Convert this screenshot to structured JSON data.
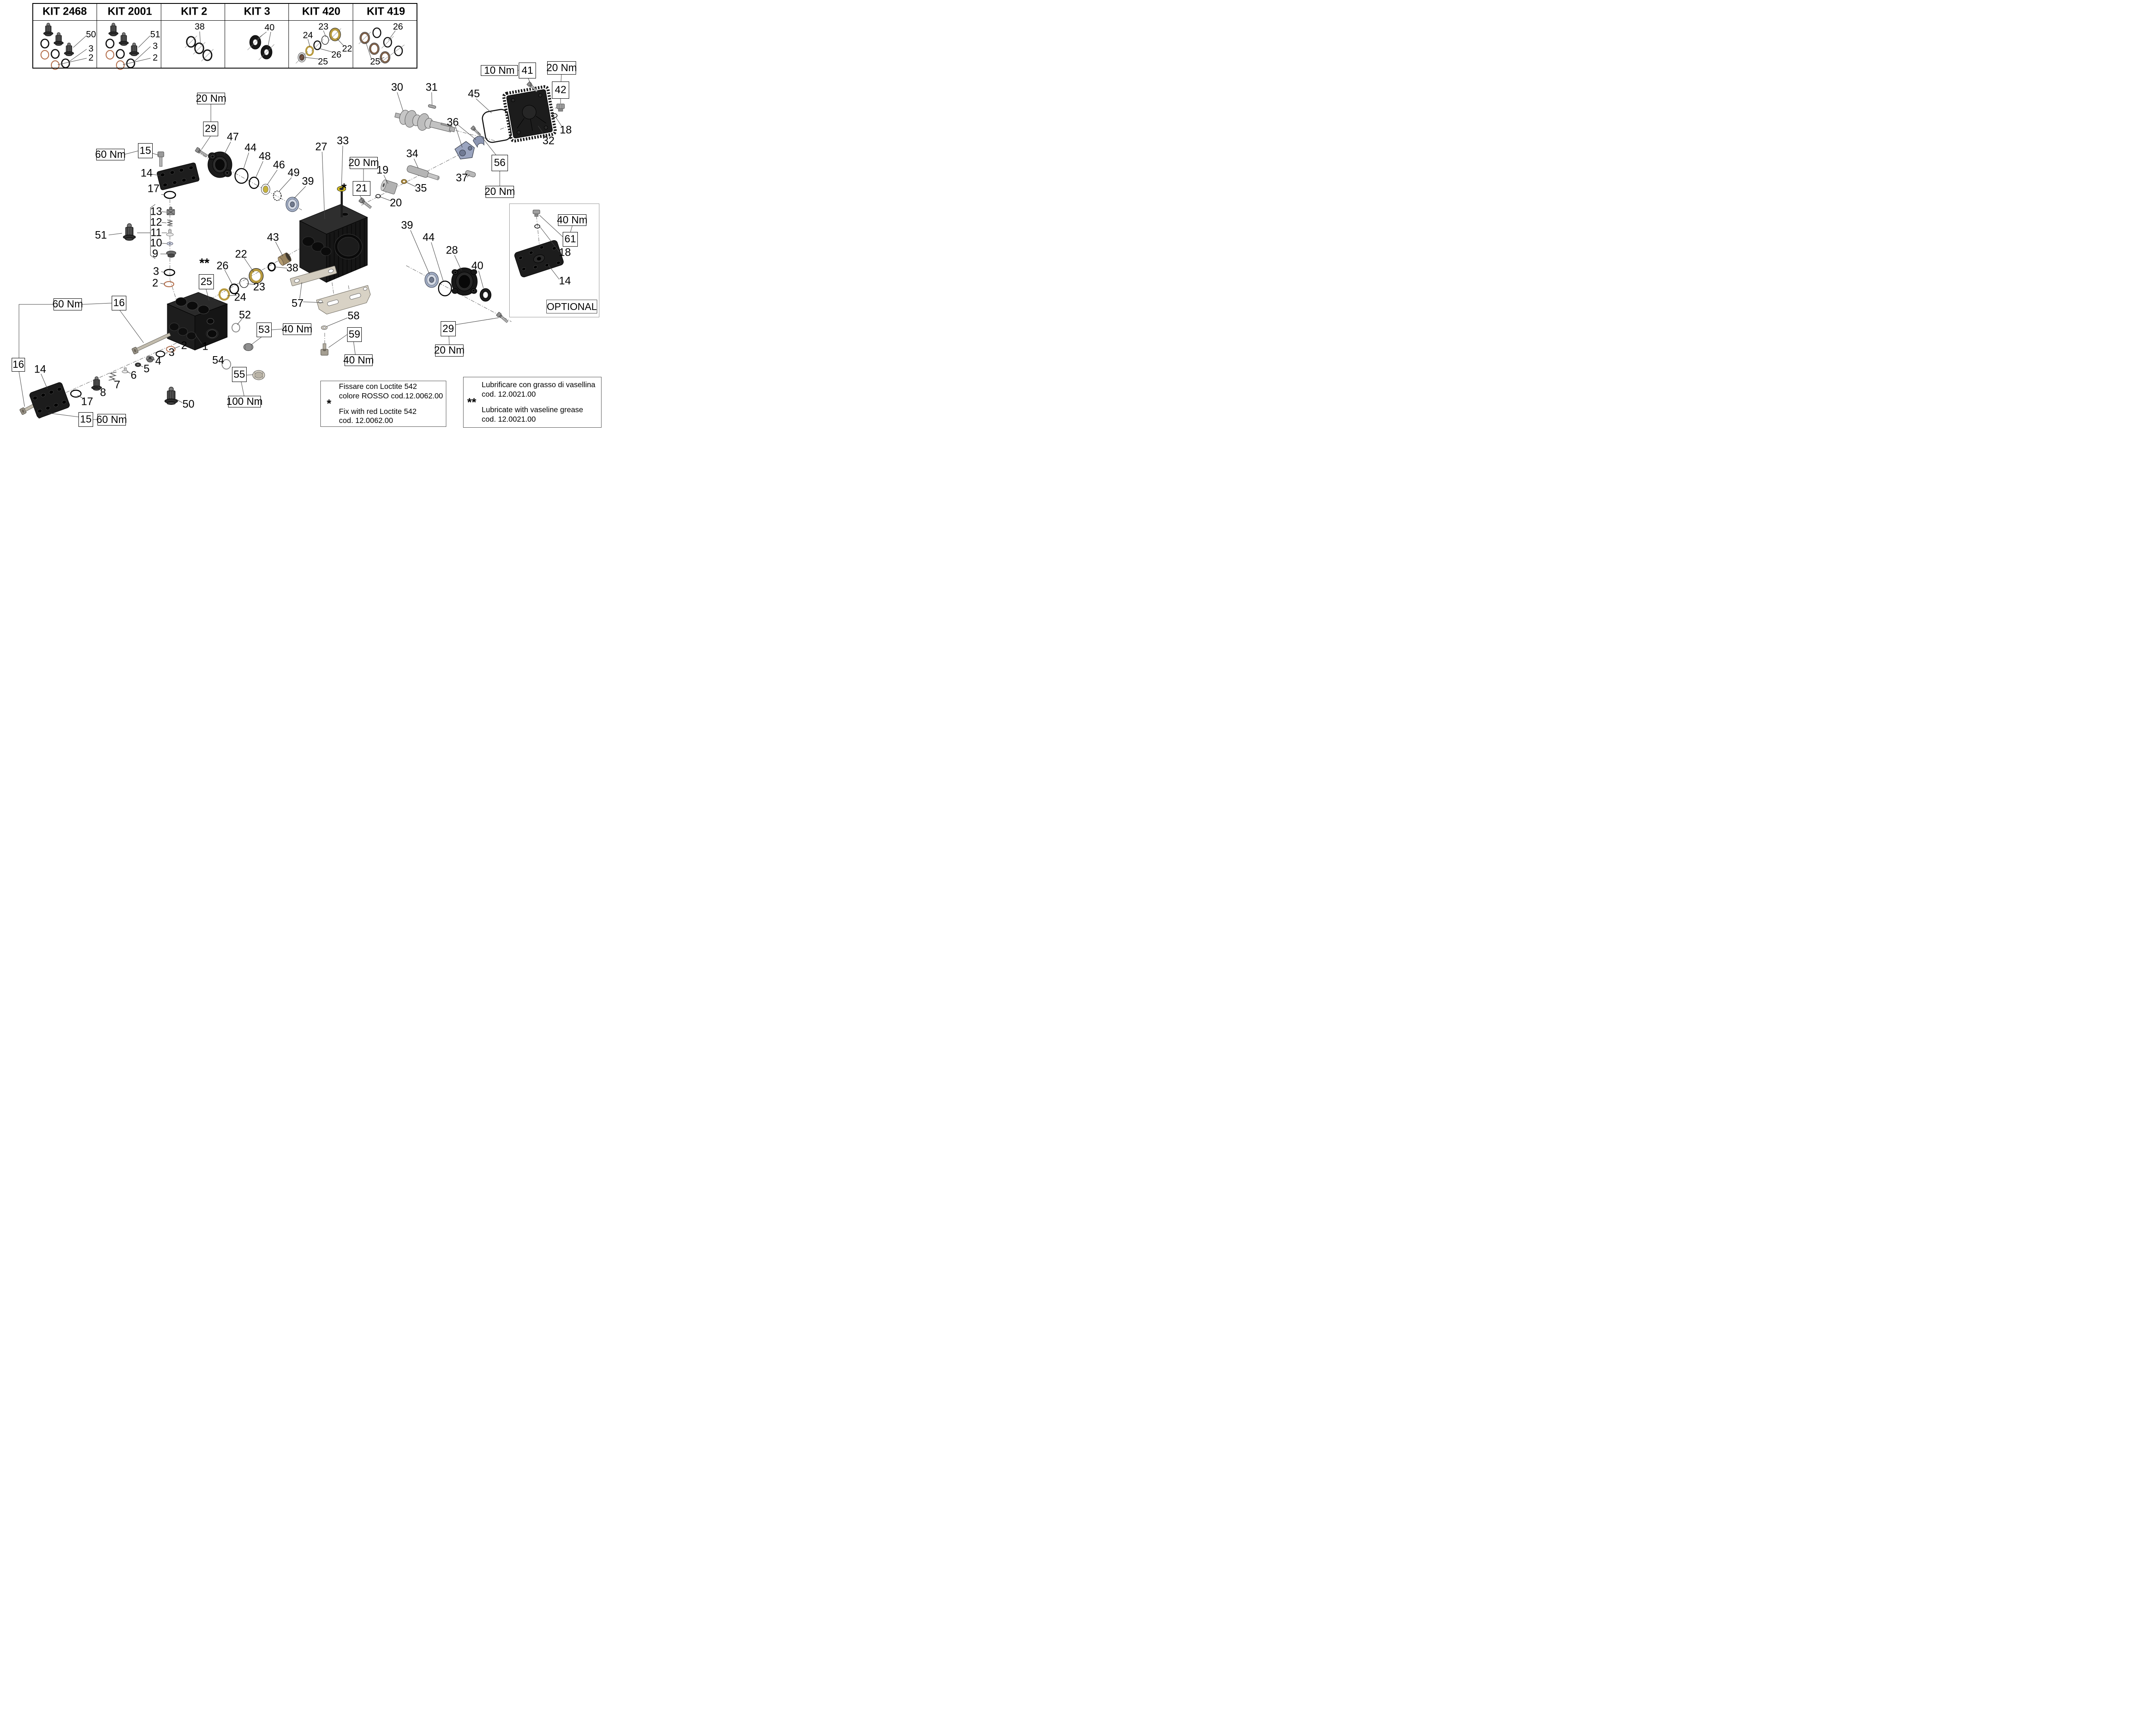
{
  "kits": {
    "k2468": {
      "title": "KIT 2468"
    },
    "k2001": {
      "title": "KIT 2001"
    },
    "k2": {
      "title": "KIT 2"
    },
    "k3": {
      "title": "KIT 3"
    },
    "k420": {
      "title": "KIT 420"
    },
    "k419": {
      "title": "KIT 419"
    }
  },
  "parts": {
    "n1": "1",
    "n2": "2",
    "n3": "3",
    "n4": "4",
    "n5": "5",
    "n6": "6",
    "n7": "7",
    "n8": "8",
    "n9": "9",
    "n10": "10",
    "n11": "11",
    "n12": "12",
    "n13": "13",
    "n14": "14",
    "n15": "15",
    "n16": "16",
    "n17": "17",
    "n18": "18",
    "n19": "19",
    "n20": "20",
    "n21": "21",
    "n22": "22",
    "n23": "23",
    "n24": "24",
    "n25": "25",
    "n26": "26",
    "n27": "27",
    "n28": "28",
    "n29": "29",
    "n30": "30",
    "n31": "31",
    "n32": "32",
    "n33": "33",
    "n34": "34",
    "n35": "35",
    "n36": "36",
    "n37": "37",
    "n38": "38",
    "n39": "39",
    "n40": "40",
    "n41": "41",
    "n42": "42",
    "n43": "43",
    "n44": "44",
    "n45": "45",
    "n46": "46",
    "n47": "47",
    "n48": "48",
    "n49": "49",
    "n50": "50",
    "n51": "51",
    "n52": "52",
    "n53": "53",
    "n54": "54",
    "n55": "55",
    "n56": "56",
    "n57": "57",
    "n58": "58",
    "n59": "59",
    "n61": "61"
  },
  "torque": {
    "nm10": "10 Nm",
    "nm20": "20 Nm",
    "nm40": "40 Nm",
    "nm60": "60 Nm",
    "nm100": "100 Nm"
  },
  "stars": {
    "single": "*",
    "double": "**"
  },
  "optional_label": "OPTIONAL",
  "notes": {
    "loctite": {
      "star": "*",
      "it1": "Fissare con Loctite 542",
      "it2": "colore ROSSO cod.12.0062.00",
      "en1": "Fix with red Loctite 542",
      "en2": "cod. 12.0062.00"
    },
    "grease": {
      "star": "**",
      "it1": "Lubrificare con grasso di vasellina",
      "it2": "cod. 12.0021.00",
      "en1": "Lubricate with vaseline grease",
      "en2": "cod. 12.0021.00"
    }
  }
}
